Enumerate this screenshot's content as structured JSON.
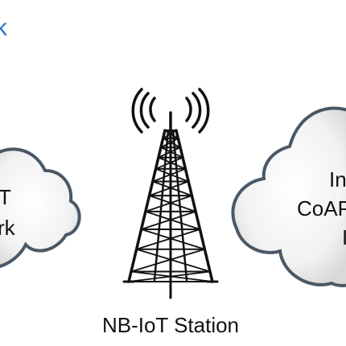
{
  "colors": {
    "cloud_fill": "#ececec",
    "cloud_stroke": "#4a5866",
    "tower": "#111111",
    "label_blue": "#1f77c4",
    "text": "#111111"
  },
  "top_fragment": {
    "text": "k"
  },
  "left_cloud": {
    "line1": "T",
    "line2": "rk"
  },
  "tower": {
    "icon": "cell-tower-icon",
    "label": "NB-IoT Station"
  },
  "right_cloud": {
    "line1": "In",
    "line2": "CoAP",
    "line3": "I"
  }
}
